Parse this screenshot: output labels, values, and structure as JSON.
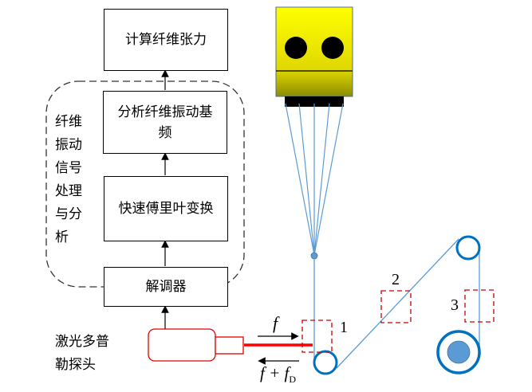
{
  "diagram": {
    "blocks": {
      "tension": "计算纤维张力",
      "fundamental": "分析纤维振动基频",
      "fft": "快速傅里叶变换",
      "demodulator": "解调器"
    },
    "group_label": "纤维振动信号处理与分析",
    "probe_label": "激光多普勒探头",
    "signal_out": "f",
    "signal_in_main": "f + f",
    "signal_in_sub": "D",
    "positions": [
      "1",
      "2",
      "3"
    ],
    "colors": {
      "fiber": "#5b9bd5",
      "roller": "#0070c0",
      "laser": "#ff0000",
      "marker": "#cc0000",
      "head_top": "#ffff00",
      "head_bottom": "#8c8c00"
    }
  }
}
